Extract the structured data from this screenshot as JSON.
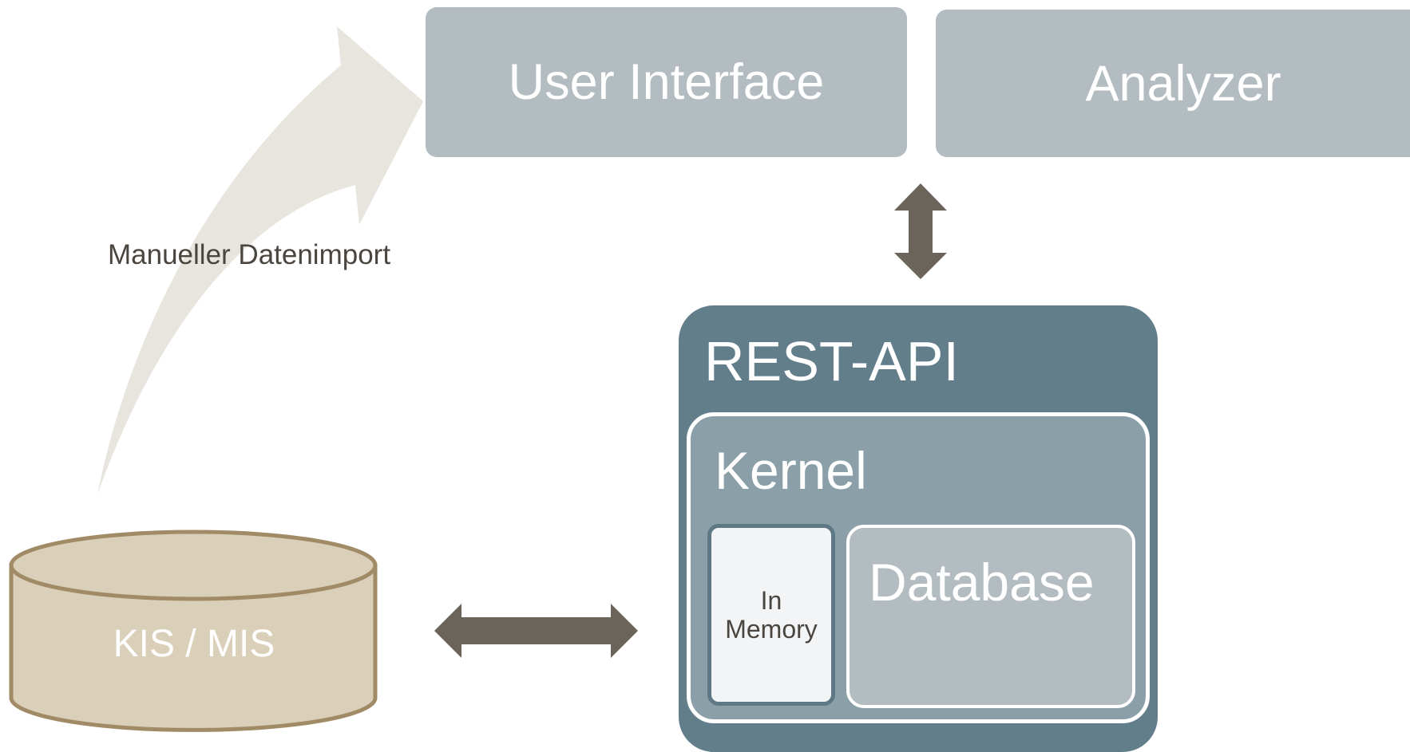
{
  "user_interface": {
    "label": "User Interface"
  },
  "analyzer": {
    "label": "Analyzer"
  },
  "rest_api": {
    "label": "REST-API",
    "kernel": {
      "label": "Kernel",
      "in_memory": {
        "line1": "In",
        "line2": "Memory"
      },
      "database": {
        "label": "Database"
      }
    }
  },
  "kis_mis": {
    "label": "KIS / MIS"
  },
  "import_arrow": {
    "label": "Manueller Datenimport"
  },
  "colors": {
    "top_boxes": "#b3bcc1",
    "rest_api": "#637e8b",
    "kernel": "#8b9fa9",
    "cylinder_fill": "#dacfb9",
    "cylinder_stroke": "#a08b66",
    "arrows": "#6b645a",
    "curved_arrow": "#e8e5df"
  }
}
